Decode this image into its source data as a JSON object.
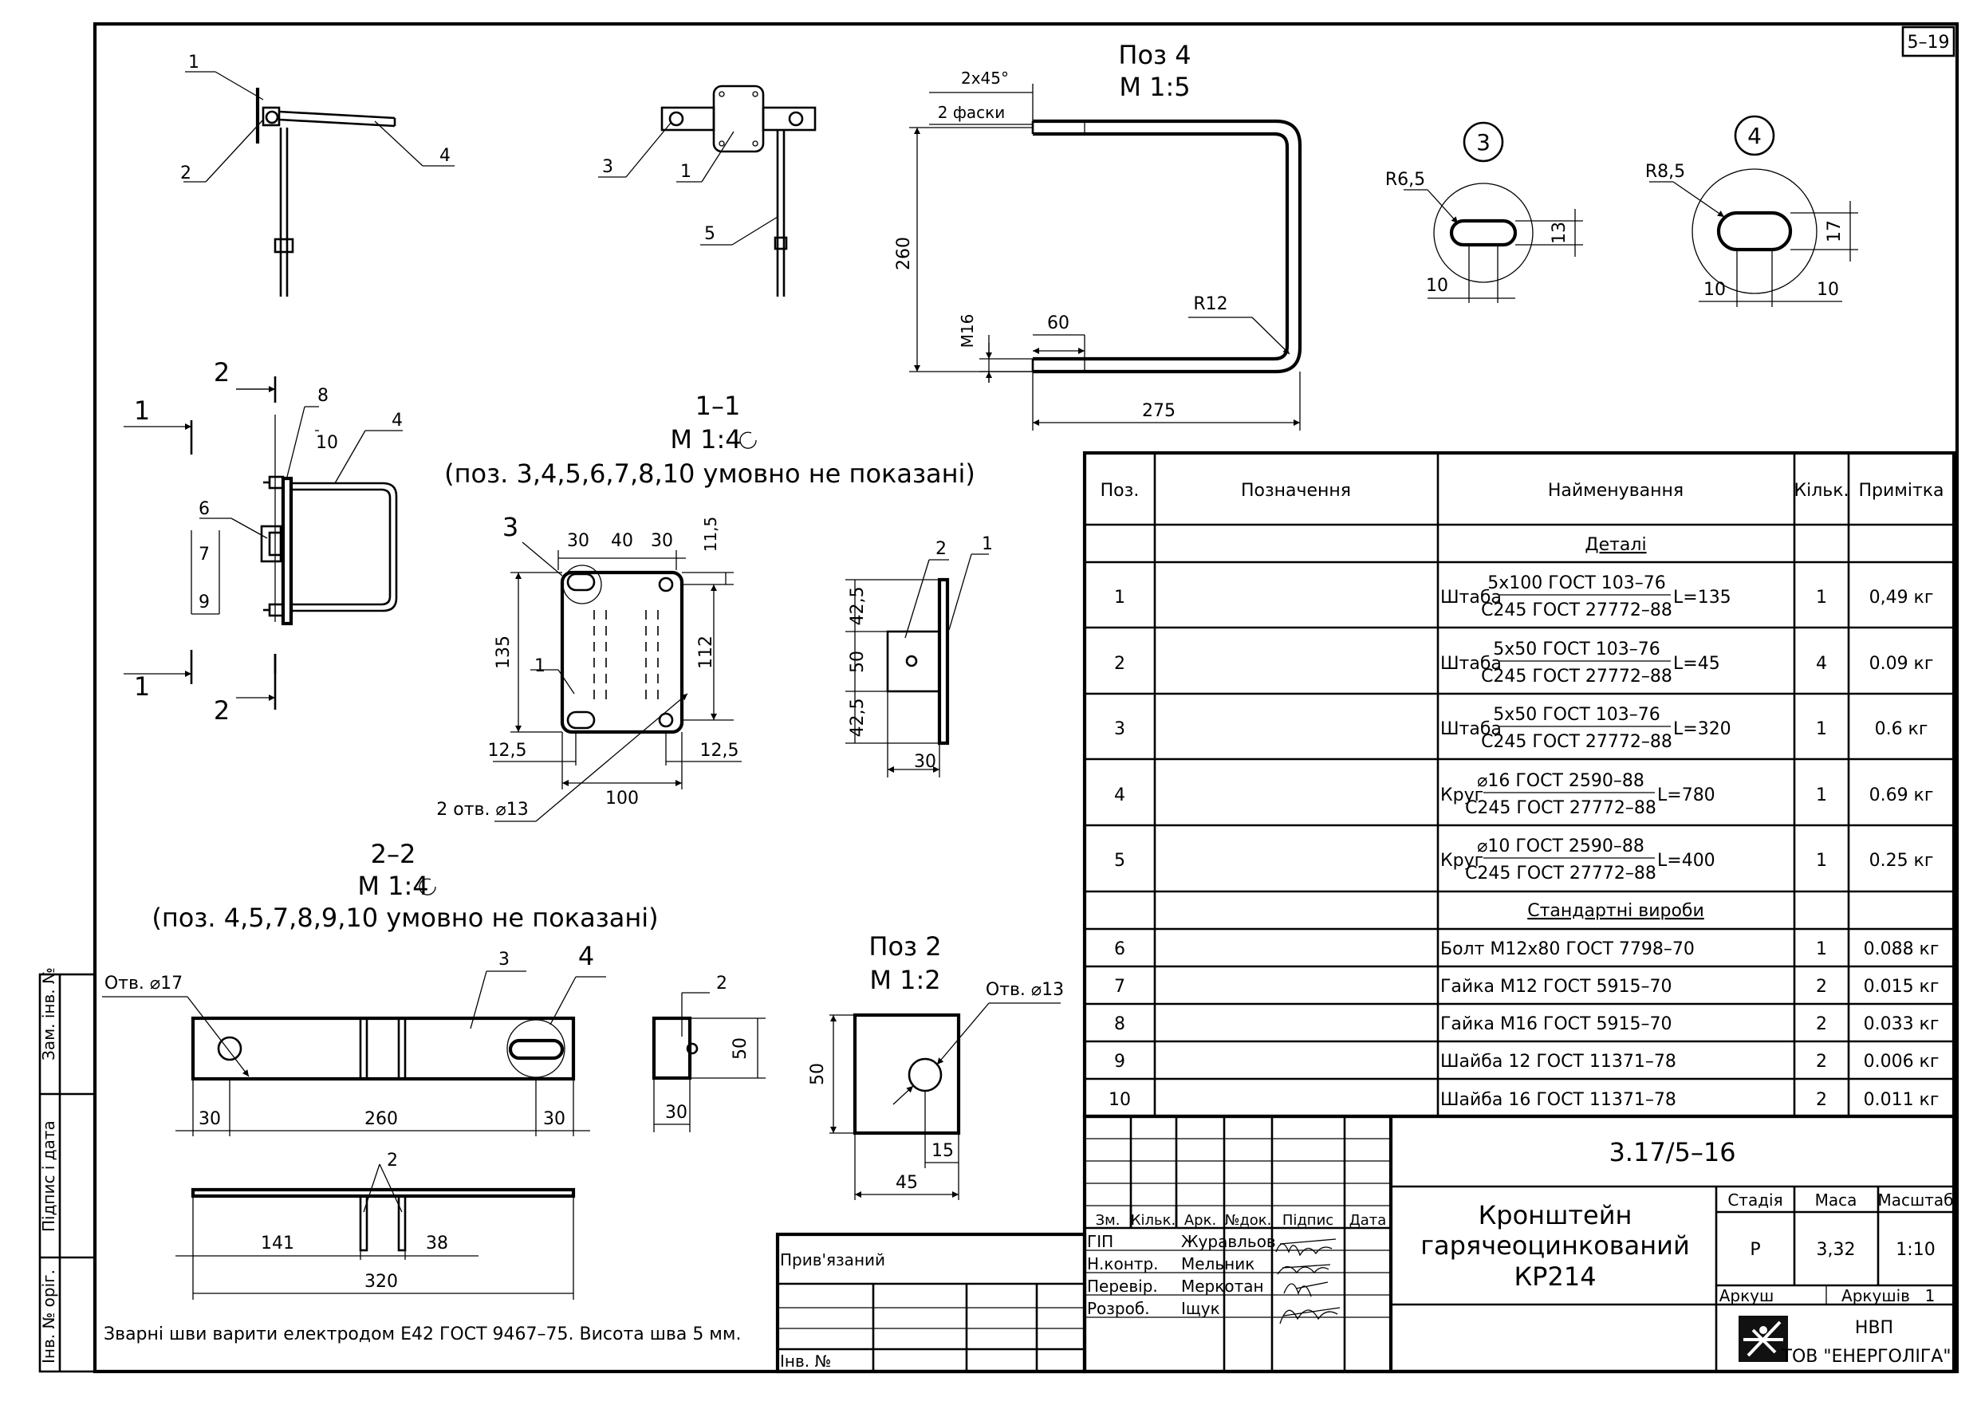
{
  "sheet_code": "5–19",
  "drawing_number": "3.17/5–16",
  "title": {
    "line1": "Кронштейн",
    "line2": "гарячеоцинкований",
    "line3": "КР214"
  },
  "stage_block": {
    "stage_label": "Стадія",
    "mass_label": "Маса",
    "scale_label": "Масштаб",
    "stage": "Р",
    "mass": "3,32",
    "scale": "1:10",
    "sheet_label": "Аркуш",
    "sheets_label": "Аркушів",
    "sheets": "1"
  },
  "company": {
    "line1": "НВП",
    "line2": "ТОВ \"ЕНЕРГОЛІГА\""
  },
  "revision_header": [
    "Зм.",
    "Кільк.",
    "Арк.",
    "№док.",
    "Підпис",
    "Дата"
  ],
  "signatures": [
    {
      "role": "ГІП",
      "name": "Журавльов"
    },
    {
      "role": "Н.контр.",
      "name": "Мельник"
    },
    {
      "role": "Перевір.",
      "name": "Меркотан"
    },
    {
      "role": "Розроб.",
      "name": "Іщук"
    }
  ],
  "bound_label": "Прив'язаний",
  "inv_label": "Інв. №",
  "side_labels": [
    "Зам. інв. №",
    "Підпис і дата",
    "Інв. № оріг."
  ],
  "note": "Зварні шви варити електродом Е42 ГОСТ 9467–75. Висота шва 5 мм.",
  "spec": {
    "headers": [
      "Поз.",
      "Позначення",
      "Найменування",
      "Кільк.",
      "Примітка"
    ],
    "section_details": "Деталі",
    "section_standard": "Стандартні вироби",
    "detail_rows": [
      {
        "pos": "1",
        "kind": "Штаба",
        "top": "5х100 ГОСТ 103–76",
        "bottom": "С245 ГОСТ 27772–88",
        "len": "L=135",
        "qty": "1",
        "note": "0,49 кг"
      },
      {
        "pos": "2",
        "kind": "Штаба",
        "top": "5х50 ГОСТ 103–76",
        "bottom": "С245 ГОСТ 27772–88",
        "len": "L=45",
        "qty": "4",
        "note": "0.09 кг"
      },
      {
        "pos": "3",
        "kind": "Штаба",
        "top": "5х50 ГОСТ 103–76",
        "bottom": "С245 ГОСТ 27772–88",
        "len": "L=320",
        "qty": "1",
        "note": "0.6 кг"
      },
      {
        "pos": "4",
        "kind": "Круг",
        "top": "⌀16 ГОСТ 2590–88",
        "bottom": "С245 ГОСТ 27772–88",
        "len": "L=780",
        "qty": "1",
        "note": "0.69 кг"
      },
      {
        "pos": "5",
        "kind": "Круг",
        "top": "⌀10 ГОСТ 2590–88",
        "bottom": "С245 ГОСТ 27772–88",
        "len": "L=400",
        "qty": "1",
        "note": "0.25 кг"
      }
    ],
    "standard_rows": [
      {
        "pos": "6",
        "name": "Болт М12х80 ГОСТ 7798–70",
        "qty": "1",
        "note": "0.088 кг"
      },
      {
        "pos": "7",
        "name": "Гайка М12 ГОСТ 5915–70",
        "qty": "2",
        "note": "0.015 кг"
      },
      {
        "pos": "8",
        "name": "Гайка М16 ГОСТ 5915–70",
        "qty": "2",
        "note": "0.033 кг"
      },
      {
        "pos": "9",
        "name": "Шайба 12 ГОСТ 11371–78",
        "qty": "2",
        "note": "0.006 кг"
      },
      {
        "pos": "10",
        "name": "Шайба 16 ГОСТ 11371–78",
        "qty": "2",
        "note": "0.011 кг"
      }
    ]
  },
  "views": {
    "poz4": {
      "title": "Поз 4",
      "scale": "М 1:5",
      "chamfer1": "2х45°",
      "chamfer2": "2 фаски",
      "d260": "260",
      "dM16": "М16",
      "d60": "60",
      "r": "R12",
      "d275": "275"
    },
    "slot3": {
      "num": "3",
      "r": "R6,5",
      "h": "13",
      "w": "10"
    },
    "slot4": {
      "num": "4",
      "r": "R8,5",
      "h": "17",
      "w1": "10",
      "w2": "10"
    },
    "sec11": {
      "title": "1–1",
      "scale": "М 1:4",
      "note": "(поз. 3,4,5,6,7,8,10 умовно не показані)",
      "d30a": "30",
      "d40": "40",
      "d30b": "30",
      "d115": "11,5",
      "d135": "135",
      "d112": "112",
      "d125a": "12,5",
      "d125b": "12,5",
      "d100": "100",
      "holes": "2 отв. ⌀13",
      "c3": "3",
      "c1": "1"
    },
    "side11": {
      "c2": "2",
      "c1": "1",
      "d425a": "42,5",
      "d50": "50",
      "d425b": "42,5",
      "d30": "30"
    },
    "sec22": {
      "title": "2–2",
      "scale": "М 1:4",
      "note": "(поз. 4,5,7,8,9,10 умовно не показані)"
    },
    "bar3": {
      "hole": "Отв. ⌀17",
      "c3": "3",
      "c4": "4",
      "d30a": "30",
      "d260": "260",
      "d30b": "30"
    },
    "bar3top": {
      "c2": "2",
      "d141": "141",
      "d38": "38",
      "d320": "320"
    },
    "small2": {
      "c2": "2",
      "d50": "50",
      "d30": "30"
    },
    "poz2": {
      "title": "Поз 2",
      "scale": "М 1:2",
      "hole": "Отв. ⌀13",
      "d50": "50",
      "d15": "15",
      "d45": "45"
    },
    "isoA": {
      "c1": "1",
      "c2": "2",
      "c4": "4"
    },
    "isoB": {
      "c3": "3",
      "c1": "1",
      "c5": "5"
    },
    "assembly": {
      "c8": "8",
      "c10": "10",
      "c4": "4",
      "c6": "6",
      "c7": "7",
      "c9": "9",
      "s1": "1",
      "s2": "2"
    }
  }
}
